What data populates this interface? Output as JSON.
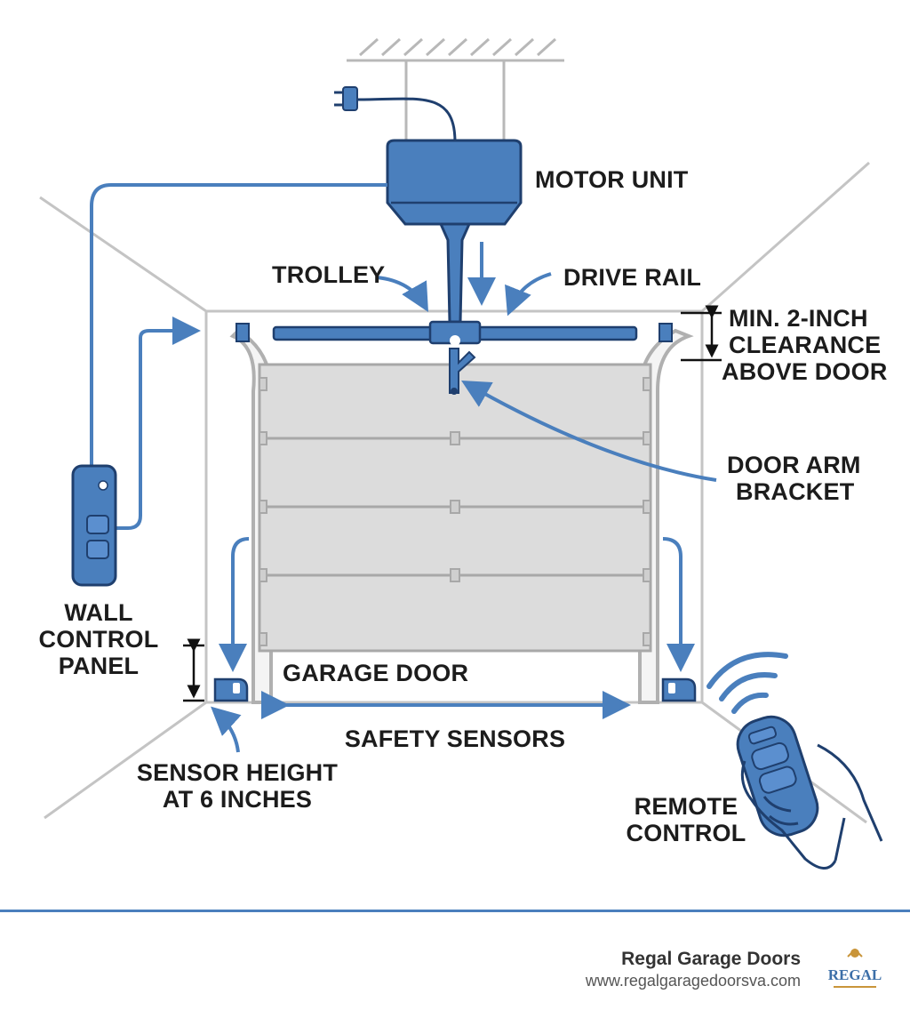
{
  "labels": {
    "motor_unit": "MOTOR UNIT",
    "trolley": "TROLLEY",
    "drive_rail": "DRIVE RAIL",
    "clearance_1": "MIN. 2-INCH",
    "clearance_2": "CLEARANCE",
    "clearance_3": "ABOVE DOOR",
    "door_arm_1": "DOOR ARM",
    "door_arm_2": "BRACKET",
    "wall_panel_1": "WALL",
    "wall_panel_2": "CONTROL",
    "wall_panel_3": "PANEL",
    "garage_door": "GARAGE DOOR",
    "safety_sensors": "SAFETY SENSORS",
    "sensor_height_1": "SENSOR HEIGHT",
    "sensor_height_2": "AT 6 INCHES",
    "remote_1": "REMOTE",
    "remote_2": "CONTROL"
  },
  "footer": {
    "brand_name": "Regal Garage Doors",
    "url": "www.regalgaragedoorsva.com",
    "logo_text": "REGAL"
  },
  "colors": {
    "accent_blue": "#4a7fbd",
    "dark_blue": "#1f3f6e",
    "light_blue": "#5b8fcf",
    "door_gray": "#dcdcdc",
    "outline_gray": "#b8b8b8",
    "logo_gold": "#c9953a"
  }
}
